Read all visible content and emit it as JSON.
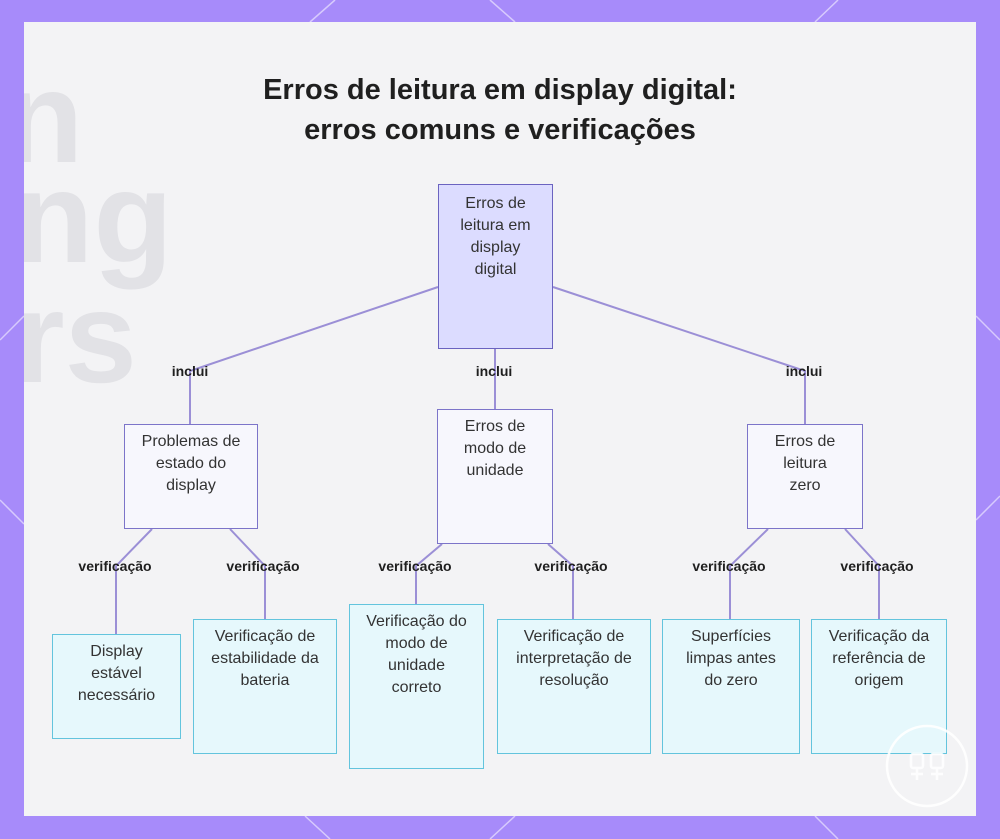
{
  "title": {
    "line1": "Erros de leitura em display digital:",
    "line2": "erros comuns e verificações"
  },
  "nodes": {
    "root": "Erros de leitura em display digital",
    "display_state": "Problemas de estado do display",
    "unit_mode": "Erros de modo de unidade",
    "zero_reading": "Erros de leitura zero",
    "stable_display": "Display estável necessário",
    "battery_check": "Verificação de estabilidade da bateria",
    "unit_mode_check": "Verificação do modo de unidade correto",
    "resolution_check": "Verificação de interpretação de resolução",
    "clean_surfaces": "Superfícies limpas antes do zero",
    "origin_check": "Verificação da referência de origem"
  },
  "edge_labels": {
    "includes": "inclui",
    "check": "verificação"
  },
  "colors": {
    "frame": "#a78bfa",
    "root_fill": "#dcdcff",
    "leaf_fill": "#e6f8fc",
    "edge_line": "#9b8fd6"
  }
}
